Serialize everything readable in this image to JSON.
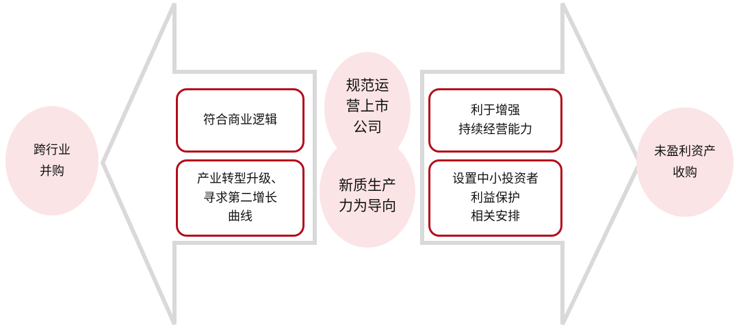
{
  "colors": {
    "arrow_stroke": "#d9d9d9",
    "box_border": "#b30c1a",
    "circle_fill": "#fbe4e6"
  },
  "left_circle": {
    "text": "跨行业\n并购"
  },
  "right_circle": {
    "text": "未盈利资产\n收购"
  },
  "left_boxes": [
    {
      "text": "符合商业逻辑"
    },
    {
      "text": "产业转型升级、\n寻求第二增长\n曲线"
    }
  ],
  "right_boxes": [
    {
      "text": "利于增强\n持续经营能力"
    },
    {
      "text": "设置中小投资者\n利益保护\n相关安排"
    }
  ],
  "center": {
    "top": {
      "text": "规范运\n营上市\n公司"
    },
    "bottom": {
      "text": "新质生产\n力为导向"
    }
  }
}
